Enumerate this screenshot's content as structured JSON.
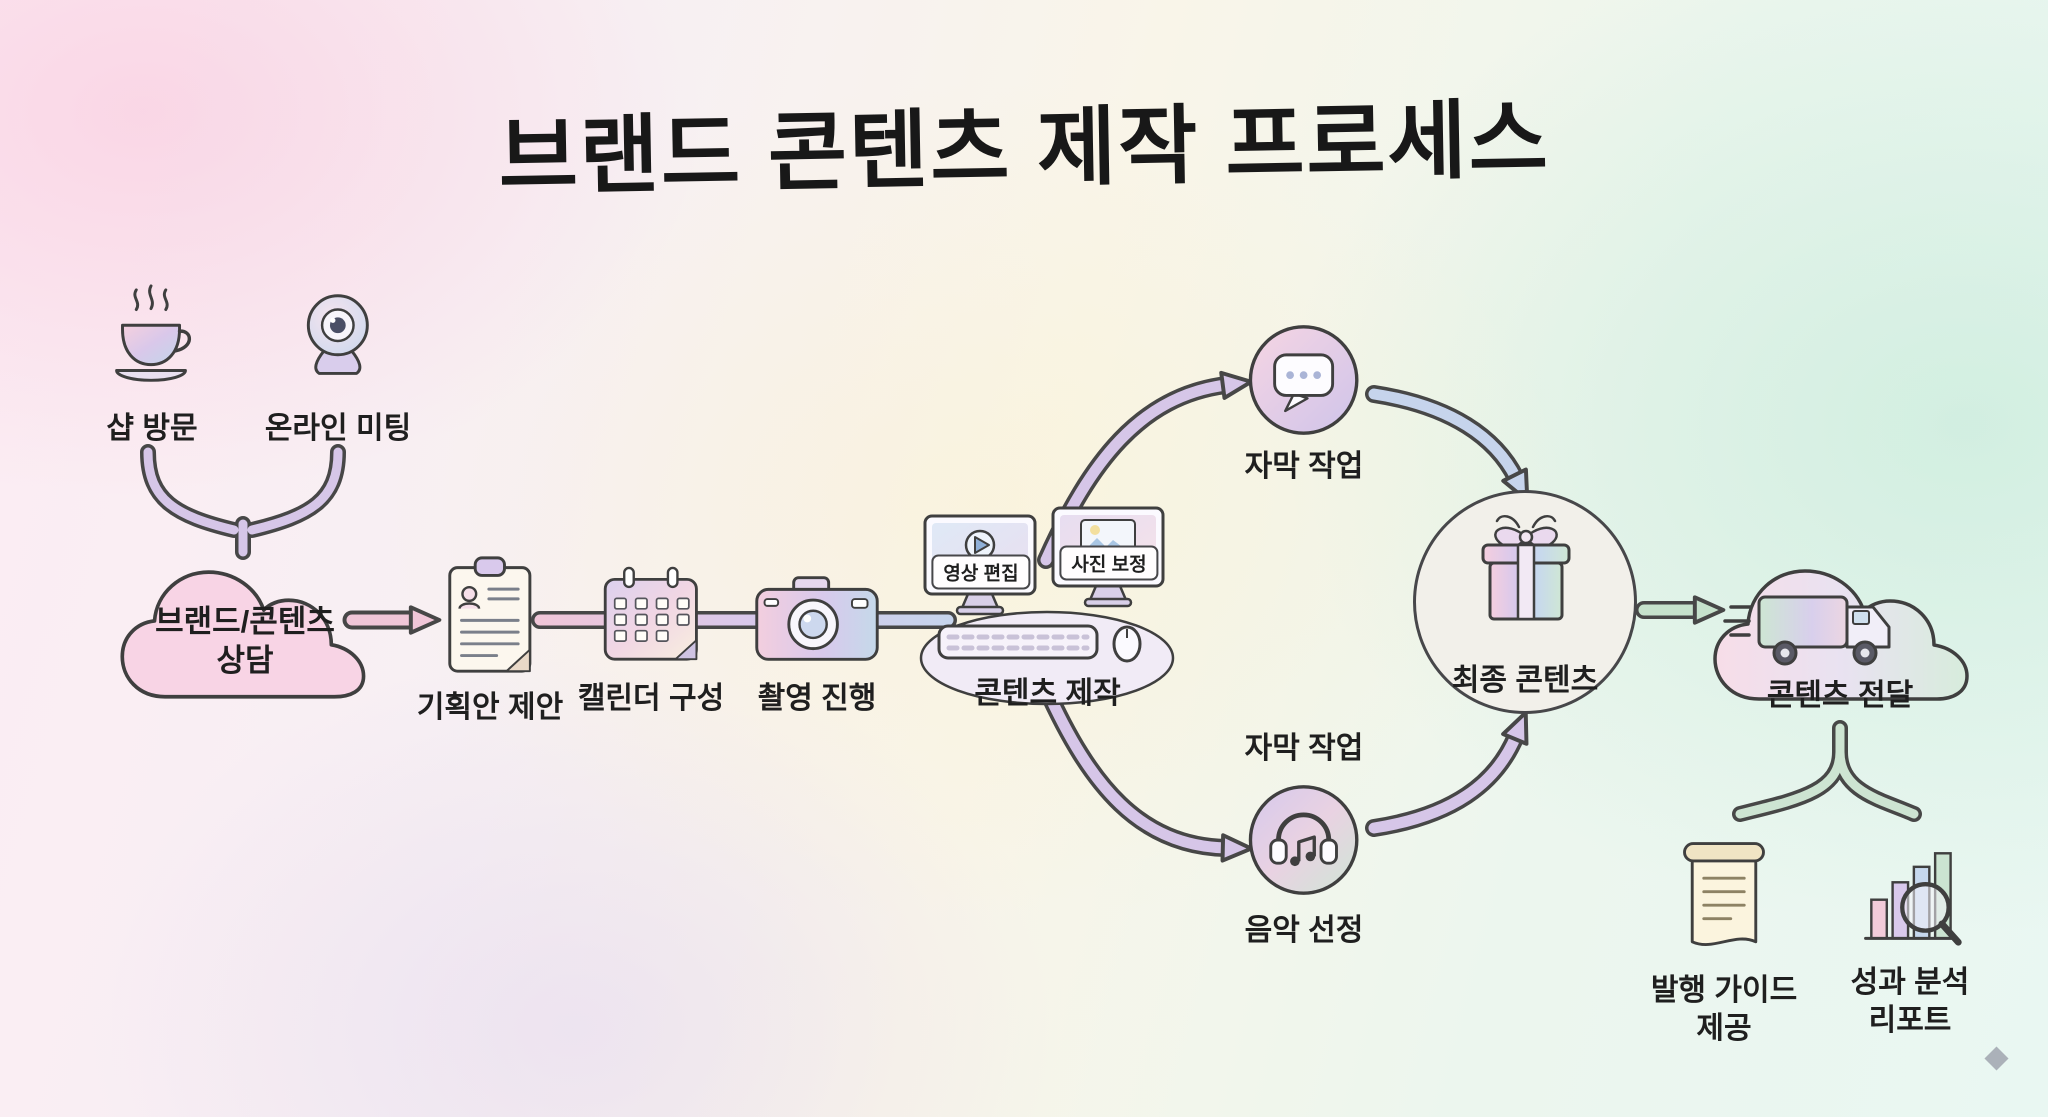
{
  "title": "브랜드 콘텐츠 제작 프로세스",
  "colors": {
    "outline": "#474747",
    "pink": "#f0c6d8",
    "lavender": "#d6c6e8",
    "blue": "#c6d4ec",
    "green": "#c6e2cc",
    "consult_cloud_fill": "#f8d4e5",
    "text": "#1f1f1f"
  },
  "nodes": {
    "shop_visit": {
      "label": "샵 방문"
    },
    "online_meeting": {
      "label": "온라인 미팅"
    },
    "consult": {
      "line1": "브랜드/콘텐츠",
      "line2": "상담"
    },
    "proposal": {
      "label": "기획안 제안"
    },
    "calendar": {
      "label": "캘린더 구성"
    },
    "shooting": {
      "label": "촬영 진행"
    },
    "production": {
      "label": "콘텐츠 제작",
      "monitor_left": "영상 편집",
      "monitor_right": "사진 보정"
    },
    "subtitle": {
      "label": "자막 작업"
    },
    "music": {
      "label_top": "자막 작업",
      "label": "음악 선정"
    },
    "final": {
      "label": "최종 콘텐츠"
    },
    "delivery": {
      "label": "콘텐츠 전달"
    },
    "guide": {
      "line1": "발행 가이드",
      "line2": "제공"
    },
    "report": {
      "line1": "성과 분석",
      "line2": "리포트"
    }
  }
}
